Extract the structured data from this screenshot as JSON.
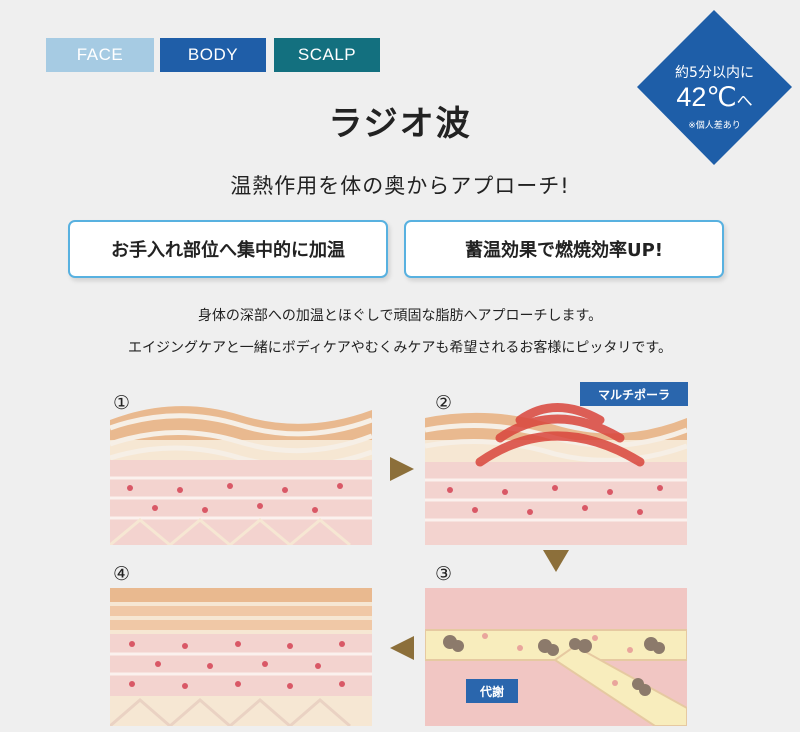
{
  "tabs": [
    {
      "label": "FACE"
    },
    {
      "label": "BODY"
    },
    {
      "label": "SCALP"
    }
  ],
  "badge": {
    "line1": "約5分以内に",
    "line2_value": "42℃",
    "line2_suffix": "へ",
    "note": "※個人差あり"
  },
  "title": "ラジオ波",
  "subtitle": "温熱作用を体の奥からアプローチ!",
  "features": [
    {
      "label": "お手入れ部位へ集中的に加温"
    },
    {
      "label": "蓄温効果で燃焼効率UP!"
    }
  ],
  "description": {
    "line1": "身体の深部への加温とほぐしで頑固な脂肪へアプローチします。",
    "line2": "エイジングケアと一緒にボディケアやむくみケアも希望されるお客様にピッタリです。"
  },
  "steps": [
    {
      "number": "①"
    },
    {
      "number": "②",
      "label": "マルチポーラ"
    },
    {
      "number": "③",
      "label": "代謝"
    },
    {
      "number": "④"
    }
  ],
  "colors": {
    "face_tab": "#a6cbe3",
    "body_tab": "#1f5ea8",
    "scalp_tab": "#13707f",
    "badge": "#1e5ea8",
    "feature_border": "#58b1e0",
    "arrow": "#8c6f3a"
  }
}
